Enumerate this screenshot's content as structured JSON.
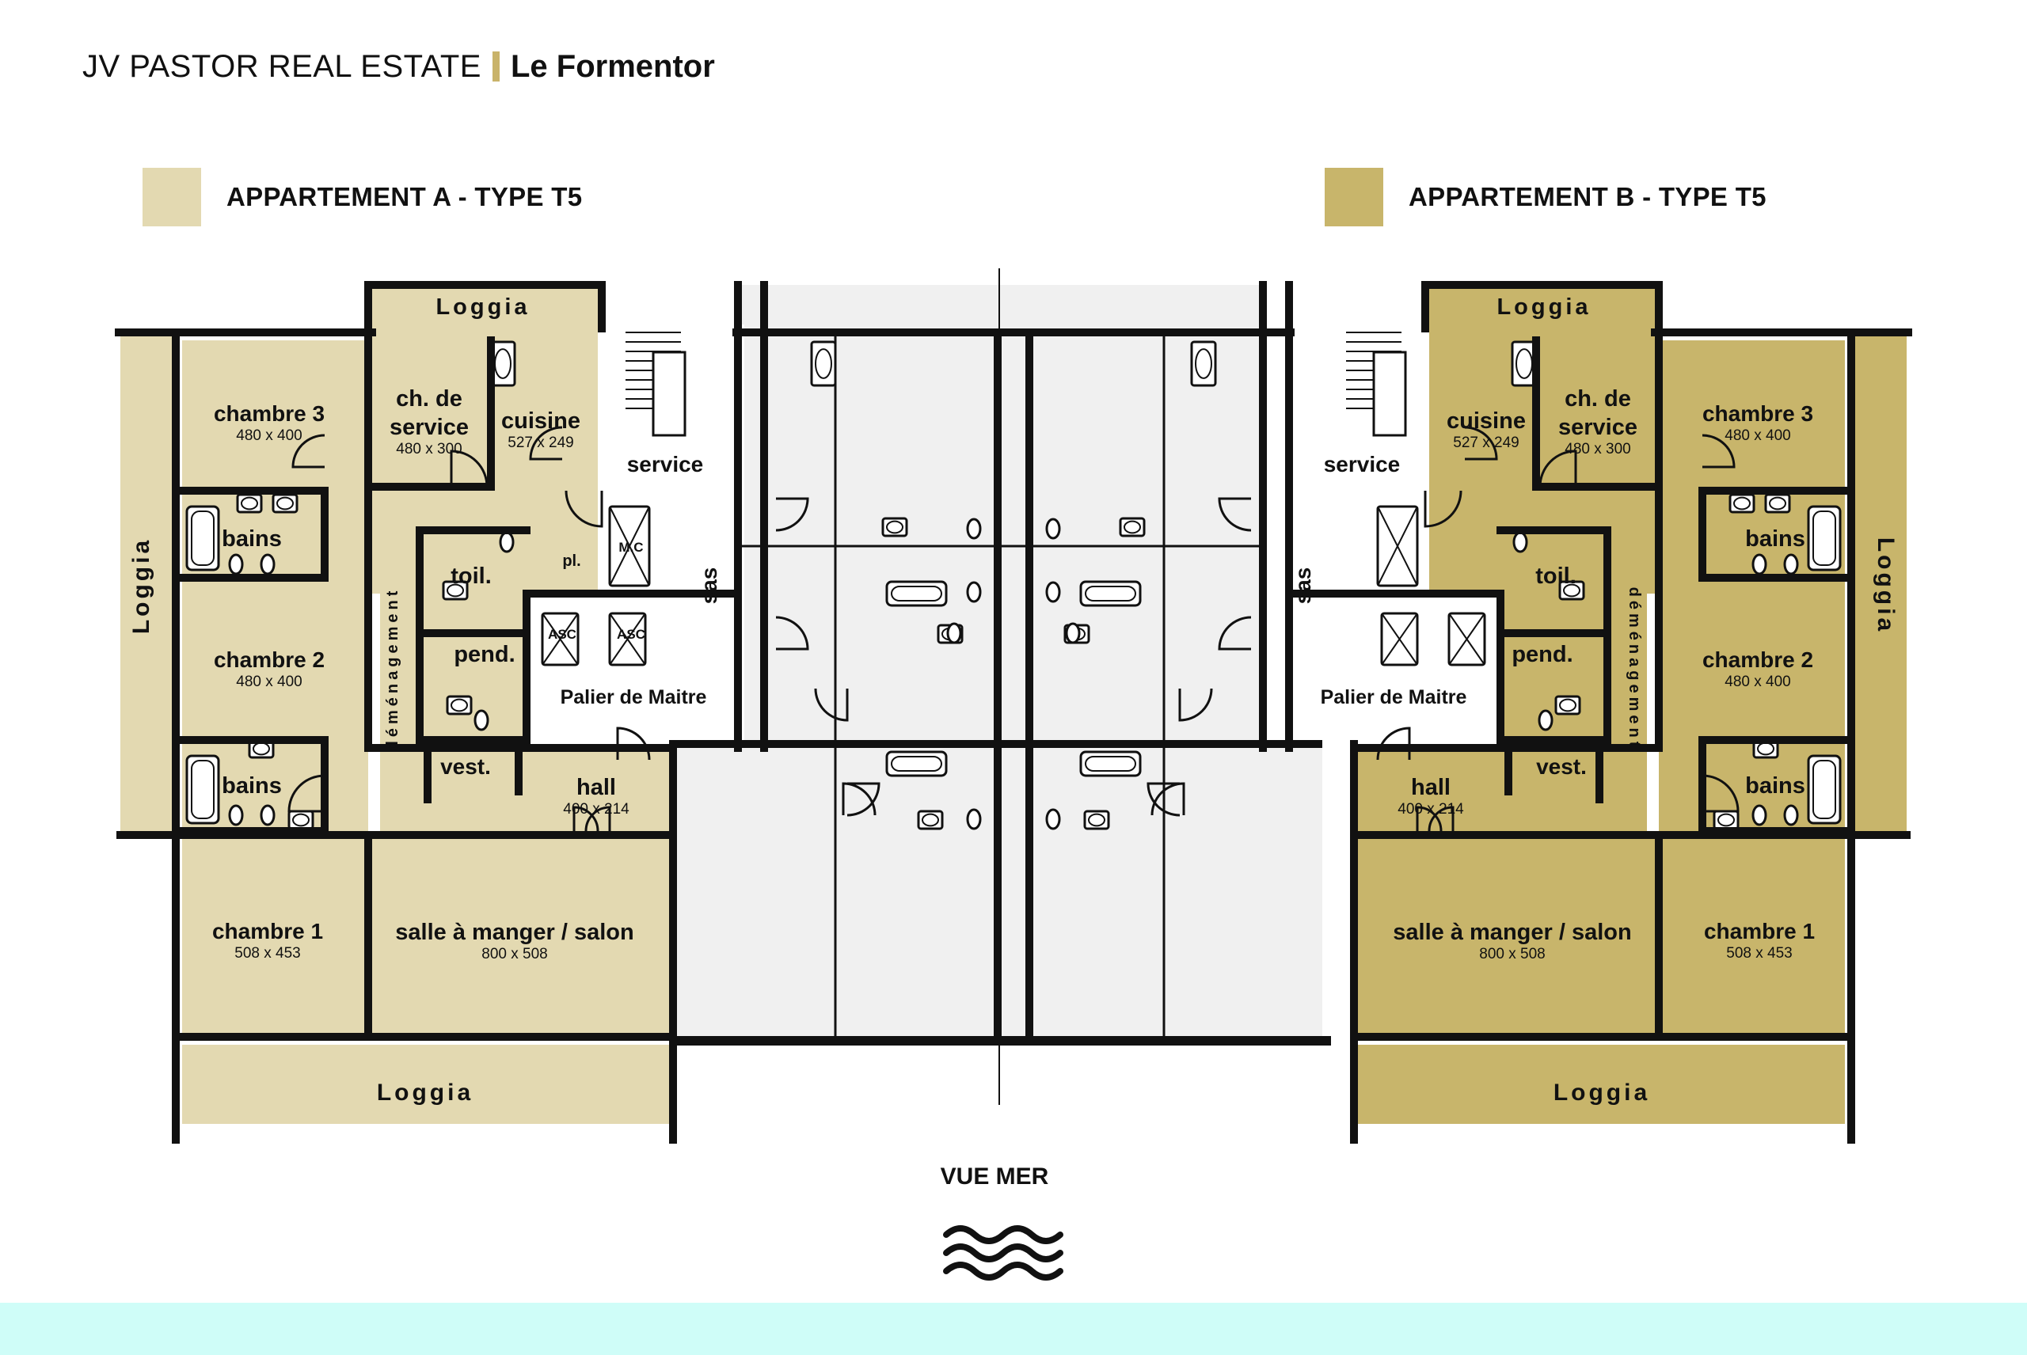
{
  "header": {
    "agency": "JV PASTOR REAL ESTATE",
    "project": "Le Formentor"
  },
  "legend": {
    "apartment_a": {
      "label": "APPARTEMENT  A - TYPE T5",
      "color": "#e3d9b1"
    },
    "apartment_b": {
      "label": "APPARTEMENT  B - TYPE T5",
      "color": "#c8b56b"
    }
  },
  "colors": {
    "wall": "#111111",
    "common_area": "#f0f0f0",
    "accent": "#c9b36a",
    "sea_band": "#cffdf8"
  },
  "plan": {
    "apartment_a": {
      "rooms": [
        {
          "name": "chambre 3",
          "dims": "480 x 400"
        },
        {
          "name": "bains",
          "dims": ""
        },
        {
          "name": "chambre 2",
          "dims": "480 x 400"
        },
        {
          "name": "bains",
          "dims": ""
        },
        {
          "name": "chambre 1",
          "dims": "508 x 453"
        },
        {
          "name": "ch. de",
          "name2": "service",
          "dims": "480 x 300"
        },
        {
          "name": "cuisine",
          "dims": "527 x 249"
        },
        {
          "name": "toil.",
          "dims": ""
        },
        {
          "name": "pl.",
          "dims": ""
        },
        {
          "name": "pend.",
          "dims": ""
        },
        {
          "name": "vest.",
          "dims": ""
        },
        {
          "name": "hall",
          "dims": "400 x 214"
        },
        {
          "name": "salle à manger / salon",
          "dims": "800 x 508"
        },
        {
          "name": "déménagement",
          "dims": ""
        }
      ],
      "loggias": [
        "Loggia",
        "Loggia",
        "Loggia"
      ]
    },
    "apartment_b": {
      "rooms": [
        {
          "name": "chambre 3",
          "dims": "480 x 400"
        },
        {
          "name": "bains",
          "dims": ""
        },
        {
          "name": "chambre 2",
          "dims": "480 x 400"
        },
        {
          "name": "bains",
          "dims": ""
        },
        {
          "name": "chambre 1",
          "dims": "508 x 453"
        },
        {
          "name": "ch. de",
          "name2": "service",
          "dims": "480 x 300"
        },
        {
          "name": "cuisine",
          "dims": "527 x 249"
        },
        {
          "name": "toil.",
          "dims": ""
        },
        {
          "name": "pend.",
          "dims": ""
        },
        {
          "name": "vest.",
          "dims": ""
        },
        {
          "name": "hall",
          "dims": "400 x 214"
        },
        {
          "name": "salle à manger / salon",
          "dims": "800 x 508"
        },
        {
          "name": "déménagement",
          "dims": ""
        }
      ],
      "loggias": [
        "Loggia",
        "Loggia",
        "Loggia"
      ]
    },
    "common": {
      "service": "service",
      "sas": "sas",
      "palier": "Palier  de Maitre",
      "mc": "M.C",
      "asc": "ASC"
    },
    "view_label": "VUE MER"
  }
}
